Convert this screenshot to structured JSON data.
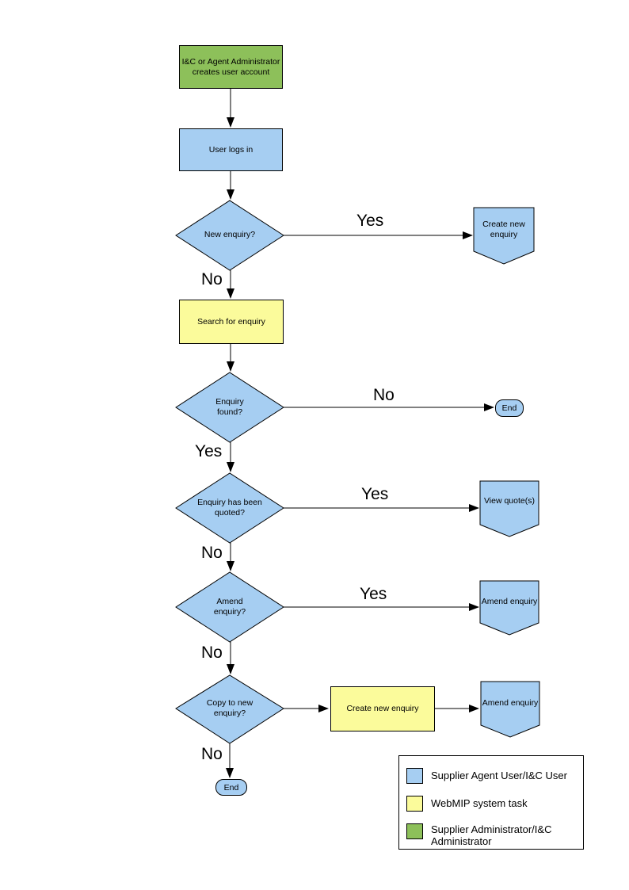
{
  "colors": {
    "user_task_fill": "#A6CEF2",
    "system_task_fill": "#FBFB9B",
    "admin_task_fill": "#8DC05A",
    "outline": "#000000",
    "background": "#FFFFFF"
  },
  "flowchart": {
    "nodes": {
      "create_account": "I&C or Agent Administrator creates user account",
      "user_logs_in": "User logs in",
      "new_enquiry_q": "New enquiry?",
      "create_new_enquiry": "Create new enquiry",
      "search_for_enquiry": "Search for enquiry",
      "enquiry_found_q": "Enquiry found?",
      "end_1": "End",
      "enquiry_quoted_q": "Enquiry has been quoted?",
      "view_quotes": "View quote(s)",
      "amend_enquiry_q": "Amend enquiry?",
      "amend_enquiry": "Amend enquiry",
      "copy_to_new_q": "Copy to new enquiry?",
      "create_new_enquiry_2": "Create new enquiry",
      "amend_enquiry_2": "Amend enquiry",
      "end_2": "End"
    },
    "edge_labels": {
      "yes": "Yes",
      "no": "No"
    }
  },
  "legend": {
    "items": [
      {
        "label": "Supplier Agent User/I&C User",
        "color": "#A6CEF2"
      },
      {
        "label": "WebMIP system task",
        "color": "#FBFB9B"
      },
      {
        "label": "Supplier Administrator/I&C Administrator",
        "color": "#8DC05A"
      }
    ]
  }
}
